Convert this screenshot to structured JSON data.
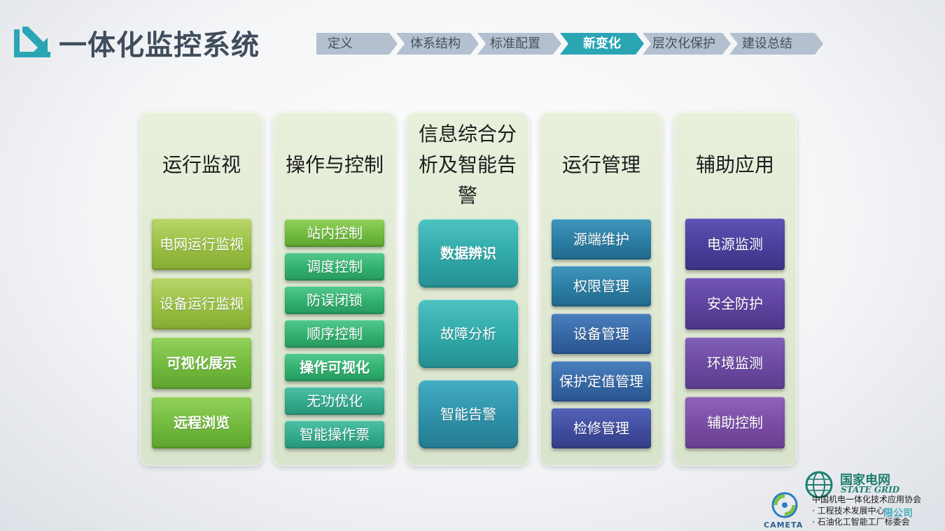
{
  "header": {
    "title": "一体化监控系统",
    "breadcrumb": [
      {
        "label": "定义",
        "active": false
      },
      {
        "label": "体系结构",
        "active": false
      },
      {
        "label": "标准配置",
        "active": false
      },
      {
        "label": "新变化",
        "active": true
      },
      {
        "label": "层次化保护",
        "active": false
      },
      {
        "label": "建设总结",
        "active": false
      }
    ]
  },
  "columns": [
    {
      "title": "运行监视",
      "items": [
        "电网运行监视",
        "设备运行监视",
        "可视化展示",
        "远程浏览"
      ]
    },
    {
      "title": "操作与控制",
      "items": [
        "站内控制",
        "调度控制",
        "防误闭锁",
        "顺序控制",
        "操作可视化",
        "无功优化",
        "智能操作票"
      ]
    },
    {
      "title_lines": [
        "信息综合分",
        "析及智能告",
        "警"
      ],
      "items": [
        "数据辨识",
        "故障分析",
        "智能告警"
      ]
    },
    {
      "title": "运行管理",
      "items": [
        "源端维护",
        "权限管理",
        "设备管理",
        "保护定值管理",
        "检修管理"
      ]
    },
    {
      "title": "辅助应用",
      "items": [
        "电源监测",
        "安全防护",
        "环境监测",
        "辅助控制"
      ]
    }
  ],
  "footer": {
    "state_grid_cn": "国家电网",
    "state_grid_en": "STATE GRID",
    "cameta": "CAMETA",
    "org_lines": [
      "中国机电一体化技术应用协会",
      "· 工程技术发展中心",
      "· 石油化工智能工厂标委会"
    ],
    "company_suffix": "限公司"
  },
  "colors": {
    "accent": "#2aa5b4",
    "crumb": "#b4bfcf",
    "title": "#3f4d5c",
    "column_bg": "#e3ecd7"
  }
}
